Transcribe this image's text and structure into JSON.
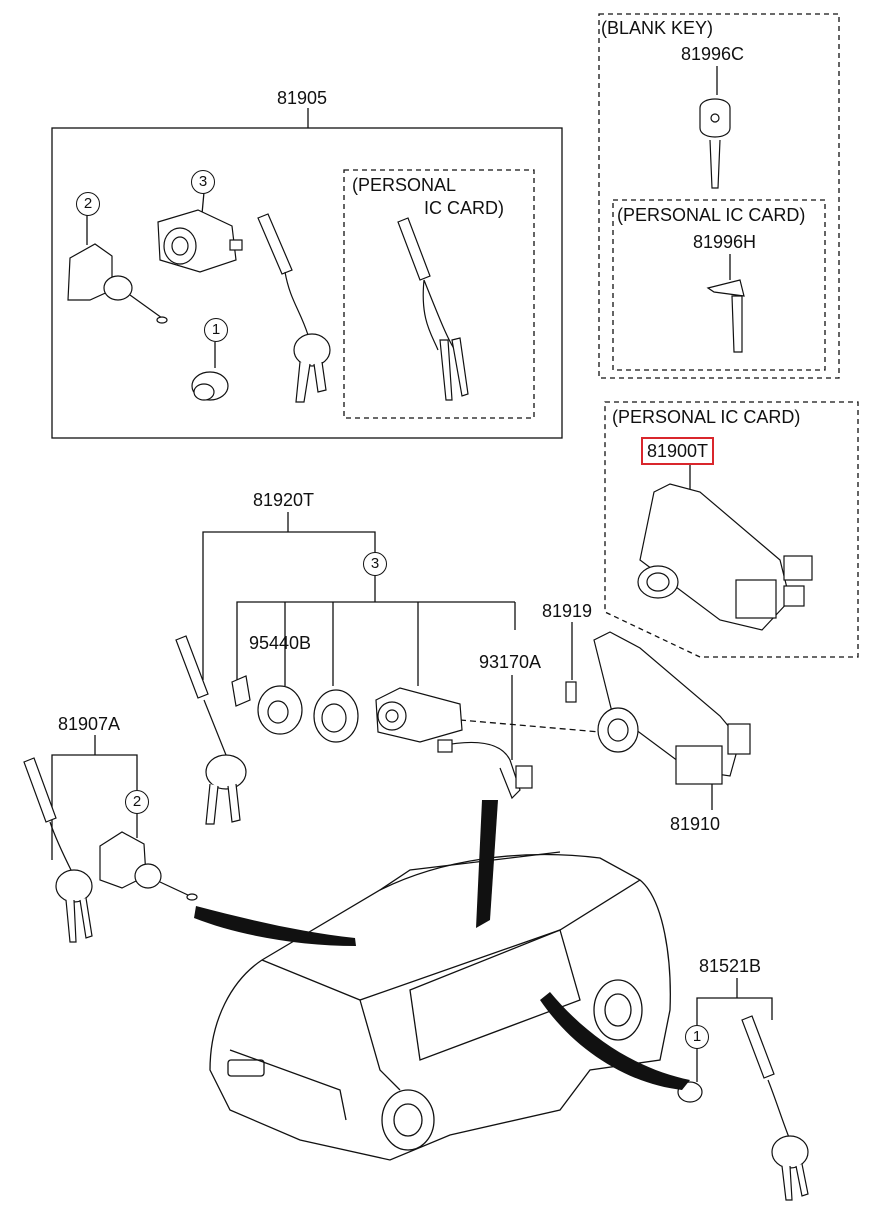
{
  "labels": {
    "p81905": "81905",
    "personal1_a": "(PERSONAL",
    "personal1_b": "IC CARD)",
    "blank_key": "(BLANK KEY)",
    "p81996C": "81996C",
    "personal2": "(PERSONAL IC CARD)",
    "p81996H": "81996H",
    "personal3": "(PERSONAL IC CARD)",
    "p81900T": "81900T",
    "p81920T": "81920T",
    "p95440B": "95440B",
    "p93170A": "93170A",
    "p81919": "81919",
    "p81910": "81910",
    "p81907A": "81907A",
    "p81521B": "81521B"
  },
  "callouts": {
    "c1_a": "1",
    "c2_a": "2",
    "c3_a": "3",
    "c3_b": "3",
    "c2_b": "2",
    "c1_b": "1"
  },
  "colors": {
    "line": "#111111",
    "highlight": "#d9262c",
    "background": "#ffffff"
  }
}
